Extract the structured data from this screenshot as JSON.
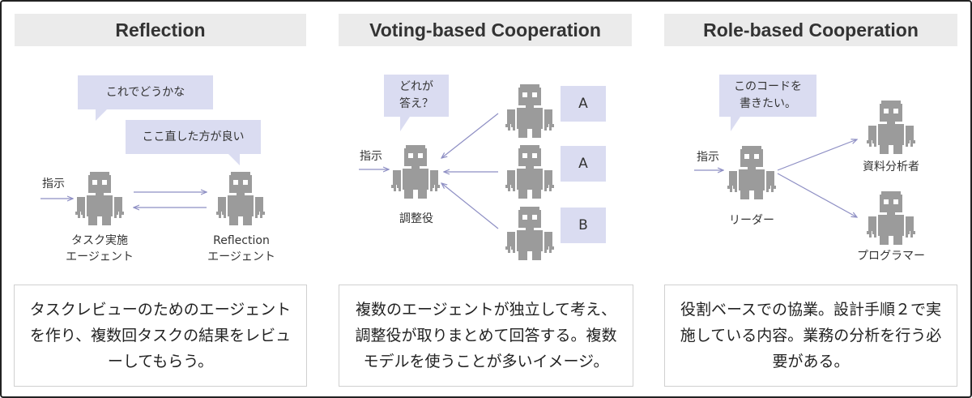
{
  "panels": [
    {
      "title": "Reflection",
      "bubble1": "これでどうかな",
      "bubble2": "ここ直した方が良い",
      "instruction": "指示",
      "agent1_line1": "タスク実施",
      "agent1_line2": "エージェント",
      "agent2_line1": "Reflection",
      "agent2_line2": "エージェント",
      "description": "タスクレビューのためのエージェントを作り、複数回タスクの結果をレビューしてもらう。"
    },
    {
      "title": "Voting-based Cooperation",
      "bubble_line1": "どれが",
      "bubble_line2": "答え？",
      "instruction": "指示",
      "coordinator": "調整役",
      "answers": [
        "A",
        "A",
        "B"
      ],
      "description": "複数のエージェントが独立して考え、調整役が取りまとめて回答する。複数モデルを使うことが多いイメージ。"
    },
    {
      "title": "Role-based Cooperation",
      "bubble_line1": "このコードを",
      "bubble_line2": "書きたい。",
      "instruction": "指示",
      "leader": "リーダー",
      "role1": "資料分析者",
      "role2": "プログラマー",
      "description": "役割ベースでの協業。設計手順２で実施している内容。業務の分析を行う必要がある。"
    }
  ],
  "colors": {
    "robot": "#9b9b9b",
    "bubble": "#dadcf1",
    "arrow": "#8e8fc4",
    "title_bg": "#ebebeb"
  }
}
